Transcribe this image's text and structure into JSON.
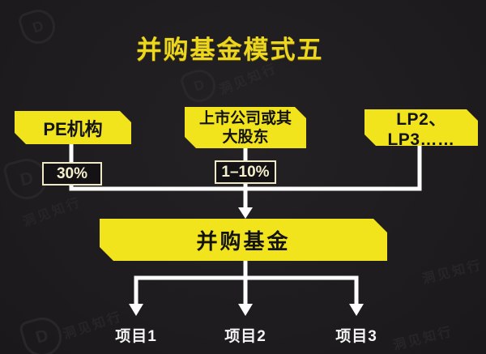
{
  "title": "并购基金模式五",
  "nodes": {
    "pe": {
      "label": "PE机构",
      "stake": "30%"
    },
    "listed": {
      "line1": "上市公司或其",
      "line2": "大股东",
      "stake": "1–10%"
    },
    "lp": {
      "label": "LP2、LP3……"
    },
    "fund": {
      "label": "并购基金"
    }
  },
  "projects": [
    {
      "label": "项目1"
    },
    {
      "label": "项目2"
    },
    {
      "label": "项目3"
    }
  ],
  "watermark": {
    "text": "洞见知行",
    "logo_letter": "D"
  },
  "colors": {
    "background": "#1f1d1f",
    "box_yellow": "#f2e41c",
    "title_yellow": "#ecd61e",
    "node_text": "#131313",
    "connector_white": "#fdfdfd",
    "stake_bg": "#141214",
    "stake_border": "#efe9c6",
    "stake_text": "#f3eecb",
    "project_text": "#f4f4f4"
  }
}
